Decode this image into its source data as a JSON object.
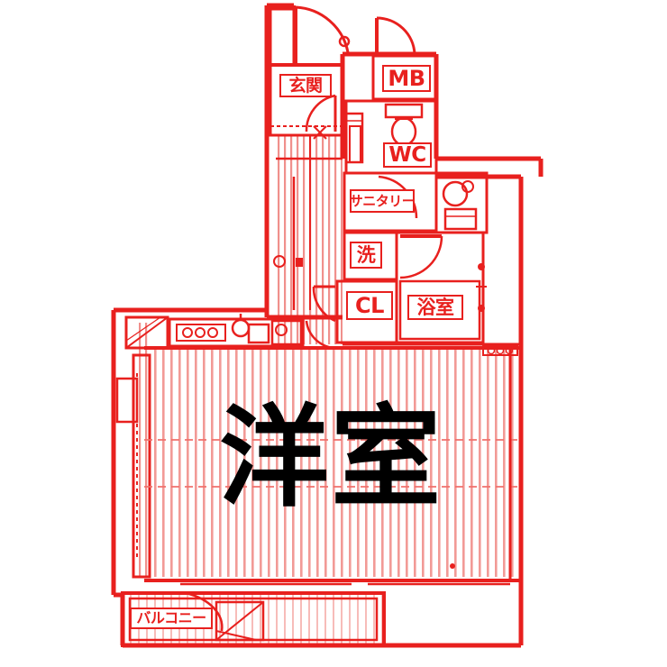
{
  "plan": {
    "type": "apartment-floor-plan",
    "layout_name": "1K",
    "orientation": "north-up",
    "colors": {
      "wall": "#e8201e",
      "wall_light": "#f08a86",
      "hatch": "#f5a6a2",
      "background": "#ffffff",
      "main_label": "#000000"
    },
    "rooms": [
      {
        "id": "genkan",
        "label": "玄関",
        "romaji": "Genkan",
        "meaning": "Entrance",
        "boxed": true
      },
      {
        "id": "mb",
        "label": "MB",
        "romaji": "MB",
        "meaning": "Meter Box",
        "boxed": true
      },
      {
        "id": "wc",
        "label": "WC",
        "romaji": "WC",
        "meaning": "Toilet",
        "boxed": true
      },
      {
        "id": "sanitary",
        "label": "サニタリー",
        "romaji": "Sanitary",
        "meaning": "Sanitary / Vanity",
        "boxed": true
      },
      {
        "id": "washer",
        "label": "洗",
        "romaji": "Sen",
        "meaning": "Washing Machine",
        "boxed": true
      },
      {
        "id": "closet",
        "label": "CL",
        "romaji": "CL",
        "meaning": "Closet",
        "boxed": true
      },
      {
        "id": "bathroom",
        "label": "浴室",
        "romaji": "Yokushitsu",
        "meaning": "Bathroom",
        "boxed": true
      },
      {
        "id": "main",
        "label": "洋室",
        "romaji": "Yoshitsu",
        "meaning": "Western-style Room",
        "boxed": false
      },
      {
        "id": "balcony",
        "label": "バルコニー",
        "romaji": "Balcony",
        "meaning": "Balcony",
        "boxed": true
      }
    ],
    "fixtures": [
      {
        "id": "entrance-door",
        "name": "entrance-door",
        "kind": "hinged-door-arc"
      },
      {
        "id": "mb-door",
        "name": "meter-box-door",
        "kind": "hinged-door-arc"
      },
      {
        "id": "wc-toilet",
        "name": "toilet-fixture",
        "kind": "toilet"
      },
      {
        "id": "vanity-basin",
        "name": "wash-basin",
        "kind": "basin"
      },
      {
        "id": "bath-tub",
        "name": "bathtub",
        "kind": "tub"
      },
      {
        "id": "kitchen-sink",
        "name": "kitchen-sink",
        "kind": "sink"
      },
      {
        "id": "kitchen-stove",
        "name": "stove-burners",
        "kind": "cooktop"
      },
      {
        "id": "balcony-drain",
        "name": "balcony-drain",
        "kind": "drain"
      },
      {
        "id": "closet-door",
        "name": "closet-door",
        "kind": "hinged-door-arc"
      },
      {
        "id": "bath-door",
        "name": "bathroom-door",
        "kind": "hinged-door-arc"
      },
      {
        "id": "shoe-cabinet",
        "name": "shoe-cabinet",
        "kind": "cabinet"
      }
    ]
  }
}
